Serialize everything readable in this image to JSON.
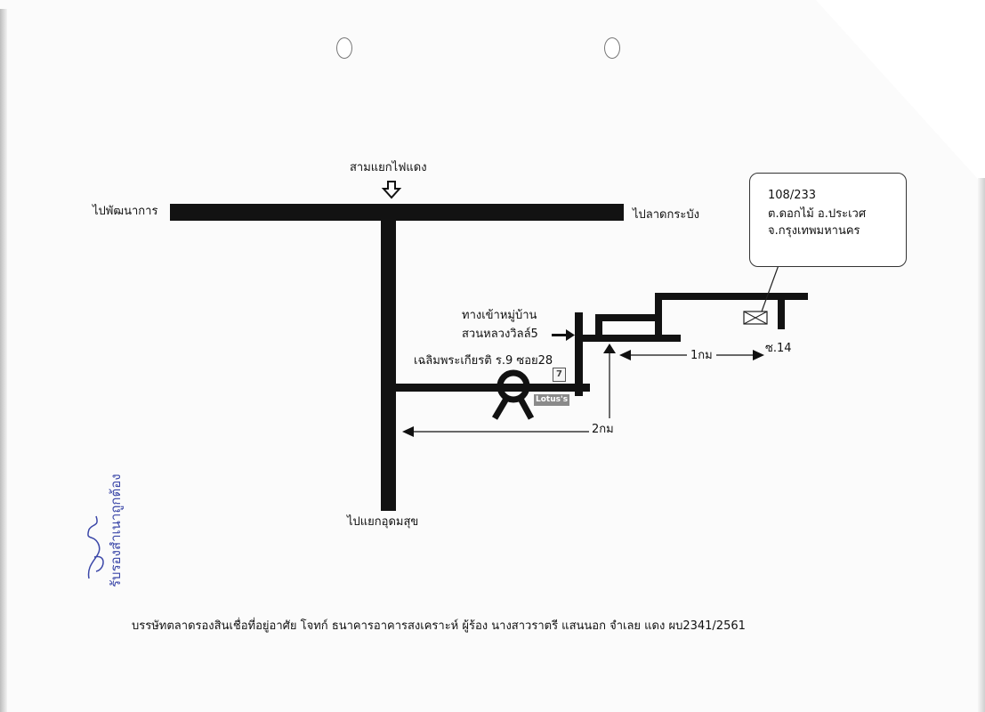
{
  "map": {
    "labels": {
      "junction": "สามแยกไฟแดง",
      "west": "ไปพัฒนาการ",
      "east": "ไปลาดกระบัง",
      "south": "ไปแยกอุดมสุข",
      "village_line1": "ทางเข้าหมู่บ้าน",
      "village_line2": "สวนหลวงวิลล์5",
      "soi_main": "เฉลิมพระเกียรติ ร.9 ซอย28",
      "dist_1km": "1กม",
      "dist_2km": "2กม",
      "soi14": "ซ.14"
    },
    "address": {
      "line1": "108/233",
      "line2": "ต.ดอกไม้  อ.ประเวศ",
      "line3": "จ.กรุงเทพมหานคร"
    },
    "landmarks": {
      "seven_eleven": "7",
      "lotus": "Lotus's"
    }
  },
  "footer": {
    "text": "บรรษัทตลาดรองสินเชื่อที่อยู่อาศัย โจทก์ ธนาคารอาคารสงเคราะห์ ผู้ร้อง นางสาวราตรี แสนนอก จำเลย แดง ผบ2341/2561"
  },
  "stamp": {
    "text": "รับรองสำเนาถูกต้อง"
  },
  "colors": {
    "road": "#121212",
    "stamp_ink": "#3b47a8"
  }
}
